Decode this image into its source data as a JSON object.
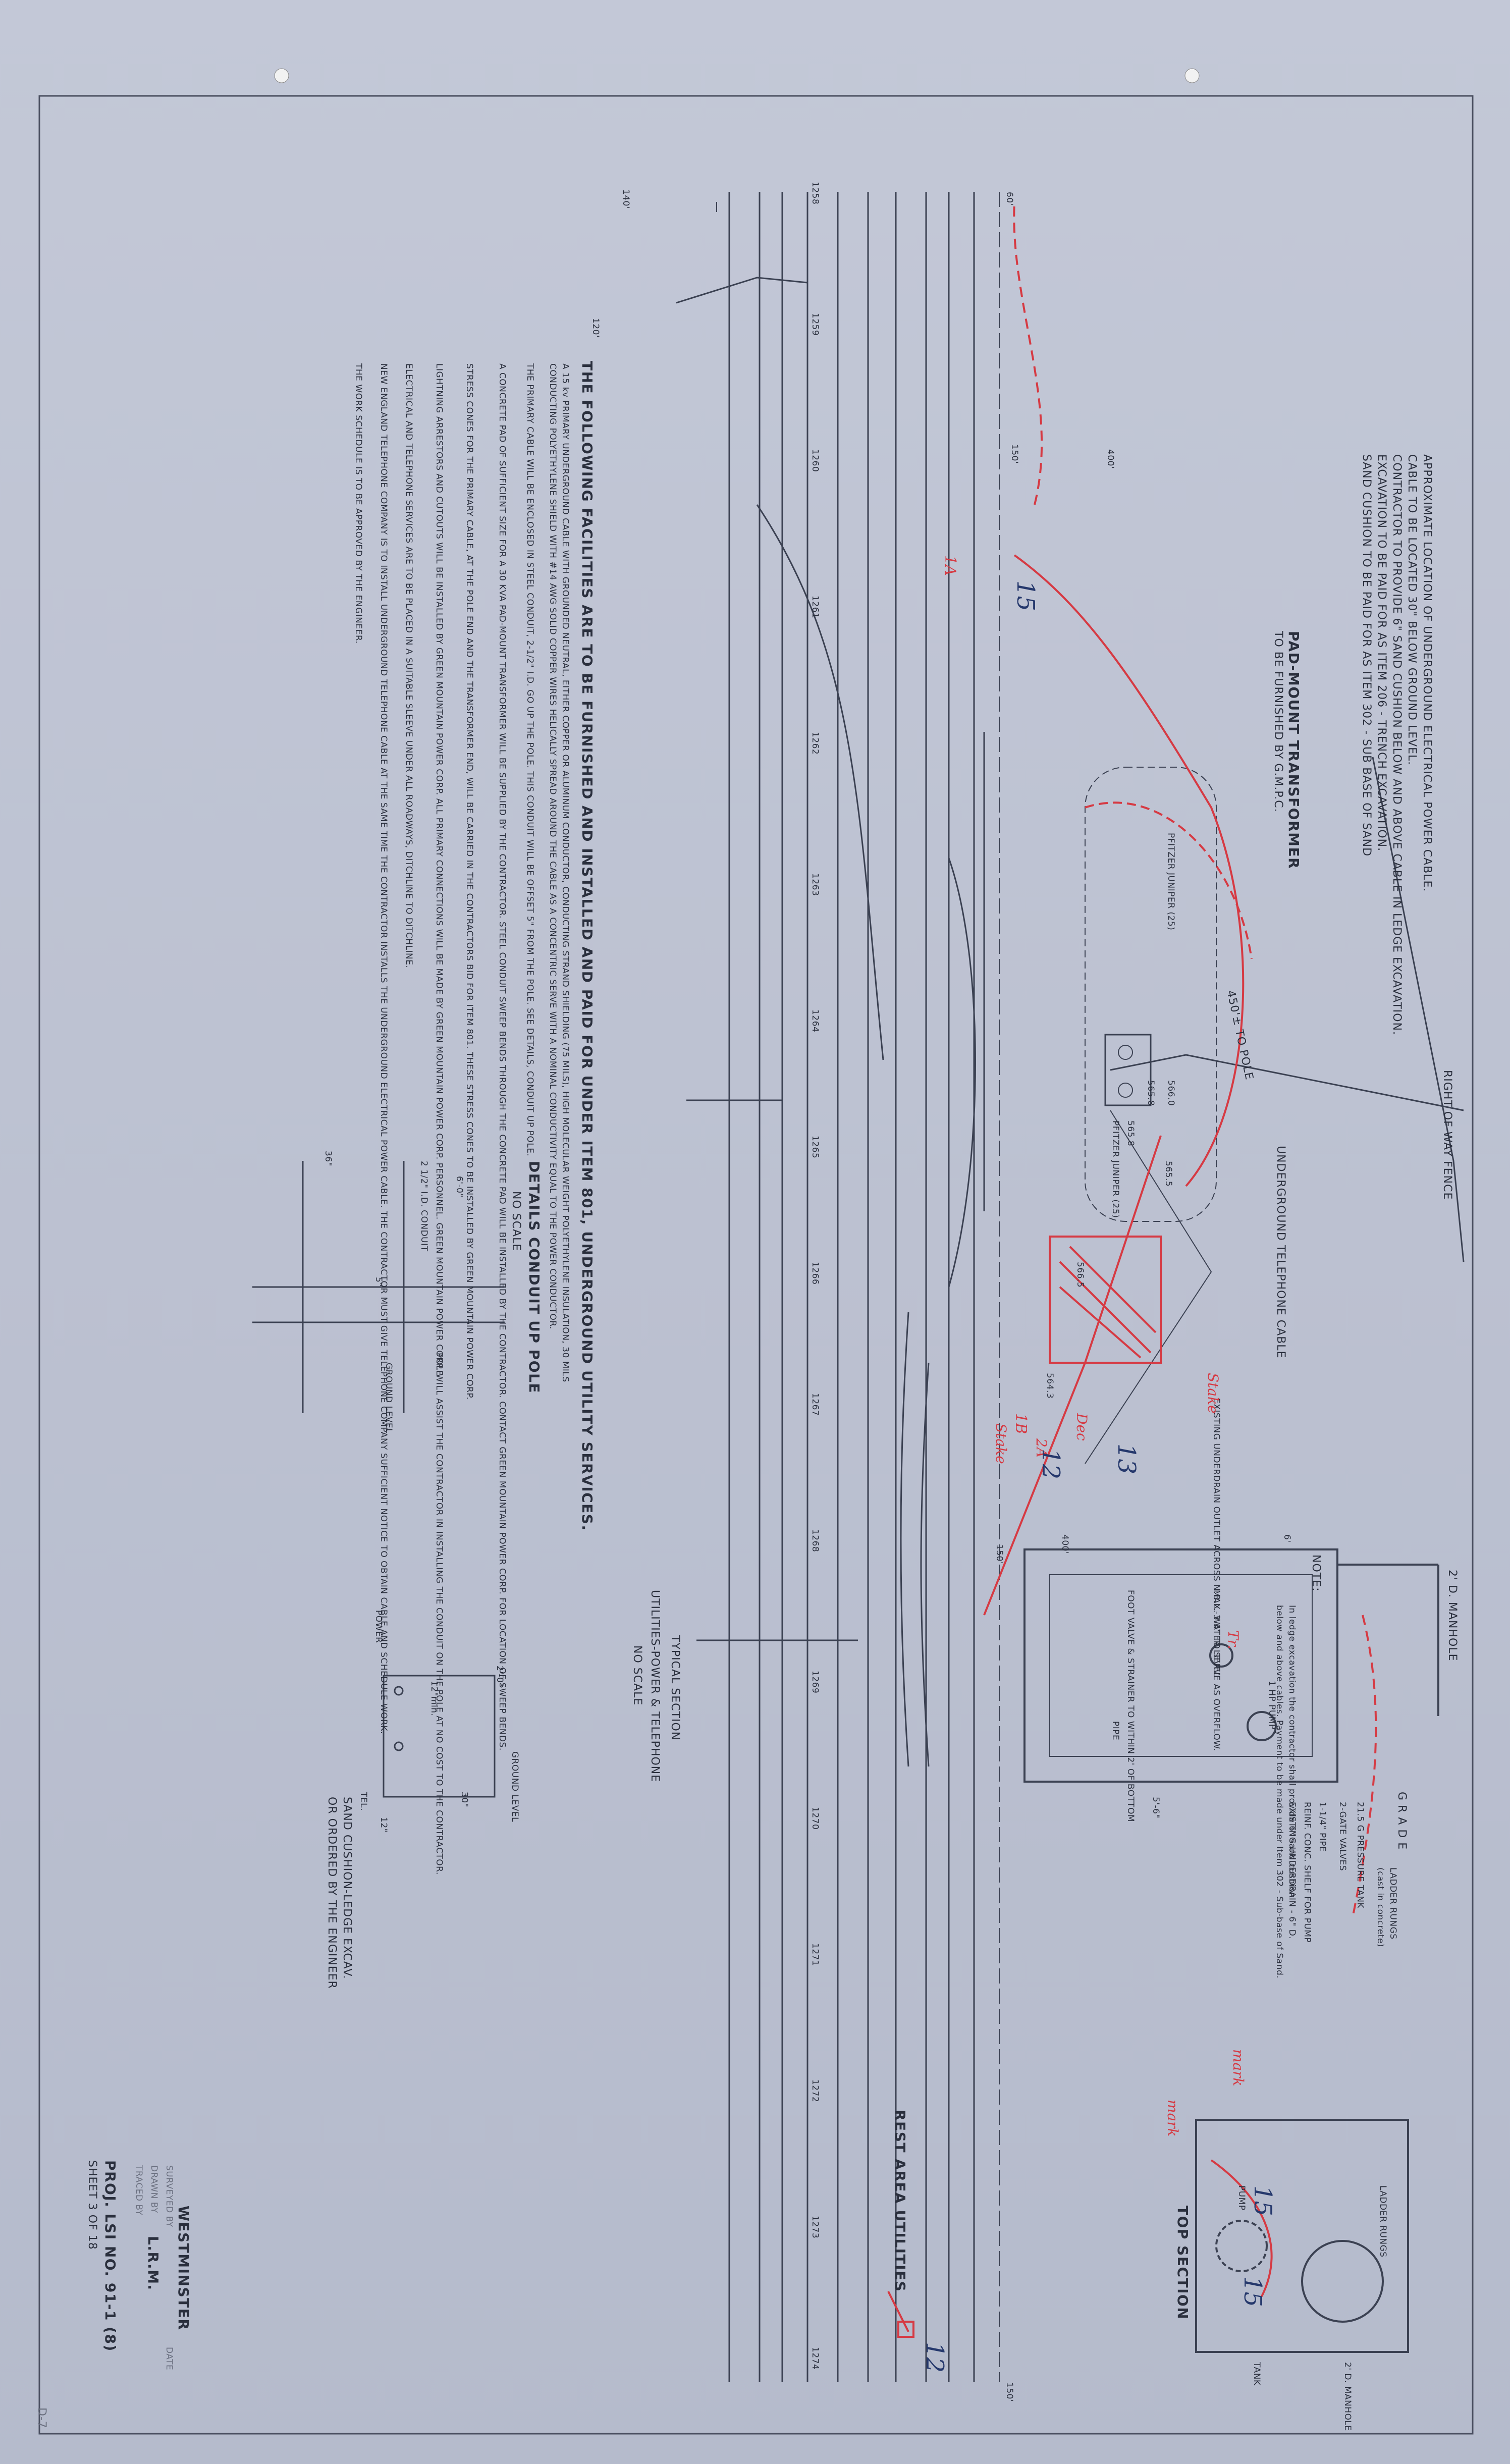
{
  "sheet": {
    "general_title": "THE FOLLOWING FACILITIES ARE TO BE FURNISHED AND INSTALLED AND PAID FOR UNDER ITEM 801, UNDERGROUND UTILITY SERVICES.",
    "notes": [
      "A 15 kv PRIMARY UNDERGROUND CABLE WITH GROUNDED NEUTRAL, EITHER COPPER OR ALUMINUM CONDUCTOR, CONDUCTING STRAND SHIELDING (75 MILS), HIGH MOLECULAR WEIGHT POLYETHYLENE INSULATION, 30 MILS",
      "CONDUCTING POLYETHYLENE SHIELD WITH #14 AWG SOLID COPPER WIRES HELICALLY SPREAD AROUND THE CABLE AS A CONCENTRIC SERVE WITH A NOMINAL CONDUCTIVITY EQUAL TO THE POWER CONDUCTOR.",
      "THE PRIMARY CABLE WILL BE ENCLOSED IN STEEL CONDUIT, 2-1/2\" I.D. GO UP THE POLE. THIS CONDUIT WILL BE OFFSET 5\" FROM THE POLE. SEE DETAILS, CONDUIT UP POLE.",
      "A CONCRETE PAD OF SUFFICIENT SIZE FOR A 30 KVA PAD-MOUNT TRANSFORMER WILL BE SUPPLIED BY THE CONTRACTOR. STEEL CONDUIT SWEEP BENDS THROUGH THE CONCRETE PAD WILL BE INSTALLED BY THE CONTRACTOR. CONTACT GREEN MOUNTAIN POWER CORP. FOR LOCATION OF SWEEP BENDS.",
      "STRESS CONES FOR THE PRIMARY CABLE, AT THE POLE END AND THE TRANSFORMER END, WILL BE CARRIED IN THE CONTRACTORS BID FOR ITEM 801. THESE STRESS CONES TO BE INSTALLED BY GREEN MOUNTAIN POWER CORP.",
      "LIGHTNING ARRESTORS AND CUTOUTS WILL BE INSTALLED BY GREEN MOUNTAIN POWER CORP. ALL PRIMARY CONNECTIONS WILL BE MADE BY GREEN MOUNTAIN POWER CORP. PERSONNEL. GREEN MOUNTAIN POWER CORP. WILL ASSIST THE CONTRACTOR IN INSTALLING THE CONDUIT ON THE POLE AT NO COST TO THE CONTRACTOR.",
      "ELECTRICAL AND TELEPHONE SERVICES ARE TO BE PLACED IN A SUITABLE SLEEVE UNDER ALL ROADWAYS, DITCHLINE TO DITCHLINE.",
      "NEW ENGLAND TELEPHONE COMPANY IS TO INSTALL UNDERGROUND TELEPHONE CABLE AT THE SAME TIME THE CONTRACTOR INSTALLS THE UNDERGROUND ELECTRICAL POWER CABLE. THE CONTRACTOR MUST GIVE TELEPHONE COMPANY SUFFICIENT NOTICE TO OBTAIN CABLE AND SCHEDULE WORK.",
      "THE WORK SCHEDULE IS TO BE APPROVED BY THE ENGINEER."
    ],
    "cable_note": [
      "APPROXIMATE LOCATION OF UNDERGROUND ELECTRICAL POWER CABLE.",
      "CABLE TO BE LOCATED 30\" BELOW GROUND LEVEL.",
      "CONTRACTOR TO PROVIDE 6\" SAND CUSHION BELOW AND ABOVE CABLE IN LEDGE EXCAVATION.",
      "EXCAVATION TO BE PAID FOR AS ITEM 206 - TRENCH EXCAVATION.",
      "SAND CUSHION TO BE PAID FOR AS ITEM 302 - SUB BASE OF SAND"
    ],
    "labels": {
      "right_of_way_fence": "RIGHT OF WAY FENCE",
      "pad_mount": "PAD-MOUNT TRANSFORMER",
      "pad_mount_2": "TO BE FURNISHED BY G.M.P.C.",
      "to_pole": "450'± TO POLE",
      "underground_telephone": "UNDERGROUND TELEPHONE CABLE",
      "pfitzer_1": "PFITZER JUNIPER (25)",
      "pfitzer_2": "PFITZER JUNIPER (25)",
      "existing_underdrain": "EXISTING UNDERDRAIN OUTLET ACROSS N.B.L.-3-6\" TO SERVE AS OVERFLOW.",
      "dim_400_top": "400'",
      "dim_400_mid": "400'",
      "dim_60": "60'",
      "dim_150_a": "150'",
      "dim_150_b": "150'",
      "dim_150_c": "150'",
      "dim_140": "140'",
      "dim_120": "120'",
      "manhole_1": "2' D. MANHOLE",
      "grade": "G R A D E",
      "ladder_rungs": "LADDER RUNGS",
      "ladder_rungs_2": "(cast in concrete)",
      "pressure_tank": "21.5 G PRESSURE TANK",
      "gate_valves": "2-GATE VALVES",
      "pipe_125": "1-1/4\" PIPE",
      "reinf_shelf": "REINF. CONC. SHELF FOR PUMP",
      "existing_underdrain_6": "EXISTING UNDERDRAIN - 6\" D.",
      "dim_5_6": "5'-6\"",
      "dim_6": "6'",
      "max_water": "MAX. WATER LEVEL",
      "foot_valve": "FOOT VALVE & STRAINER TO WITHIN 2' OF BOTTOM",
      "pipe": "PIPE",
      "pump_hp": "1 HP PUMP",
      "top_section": "TOP SECTION",
      "ladder_rungs_top": "LADDER RUNGS",
      "manhole_2": "2' D. MANHOLE",
      "tank": "TANK",
      "pump": "PUMP",
      "rest_area": "REST AREA UTILITIES",
      "typical_section": "TYPICAL SECTION",
      "utilities_section": "UTILITIES-POWER & TELEPHONE",
      "no_scale_1": "NO SCALE",
      "ground_level": "GROUND LEVEL",
      "dim_2_0": "2'-0\"",
      "dim_12min": "12\"min.",
      "dim_30": "30\"",
      "dim_12": "12\"",
      "power": "POWER",
      "tel": "TEL.",
      "sand_cushion": "SAND CUSHION-LEDGE EXCAV.",
      "ordered_by": "OR ORDERED BY THE ENGINEER",
      "note_label": "NOTE:",
      "note_text_1": "In ledge excavation the contractor shall provide 6\" sand cushion",
      "note_text_2": "below and above cables. Payment to be made under Item 302 - Sub-base of Sand.",
      "details_conduit": "DETAILS CONDUIT UP POLE",
      "no_scale_2": "NO SCALE",
      "dim_6_0": "6'-0\"",
      "conduit": "2 1/2\" I.D. CONDUIT",
      "dim_5in": "5\"",
      "dim_36": "36\"",
      "pole": "POLE",
      "ground_level_2": "GROUND LEVEL",
      "station_1258": "1258",
      "station_1259": "1259",
      "station_1260": "1260",
      "station_1261": "1261",
      "station_1262": "1262",
      "station_1263": "1263",
      "station_1264": "1264",
      "station_1265": "1265",
      "station_1266": "1266",
      "station_1267": "1267",
      "station_1268": "1268",
      "station_1269": "1269",
      "station_1270": "1270",
      "station_1271": "1271",
      "station_1272": "1272",
      "station_1273": "1273",
      "station_1274": "1274",
      "elev_5660": "566.0",
      "elev_5658": "565.8",
      "elev_5665": "566.5",
      "elev_5643": "564.3",
      "elev_5658b": "565.8",
      "elev_5655": "565.5"
    },
    "red_marks": [
      "1A",
      "1B",
      "2A",
      "Dec",
      "Stake",
      "Stake",
      "Tr.",
      "mark",
      "mark"
    ],
    "blue_marks": [
      "15",
      "13",
      "12",
      "15",
      "15",
      "12"
    ],
    "title_block": {
      "town": "WESTMINSTER",
      "surveyed": "SURVEYED BY",
      "drawn": "DRAWN BY",
      "drawn_value": "L.R.M.",
      "traced": "TRACED BY",
      "date": "DATE",
      "proj": "PROJ. LSI NO. 91-1 (8)",
      "sheet": "SHEET 3 OF 18",
      "page": "D-7"
    }
  },
  "colors": {
    "paper": "#bfc4d4",
    "ink": "#2a2f3d",
    "red_ink": "#d63a43",
    "blue_ink": "#25386c"
  }
}
